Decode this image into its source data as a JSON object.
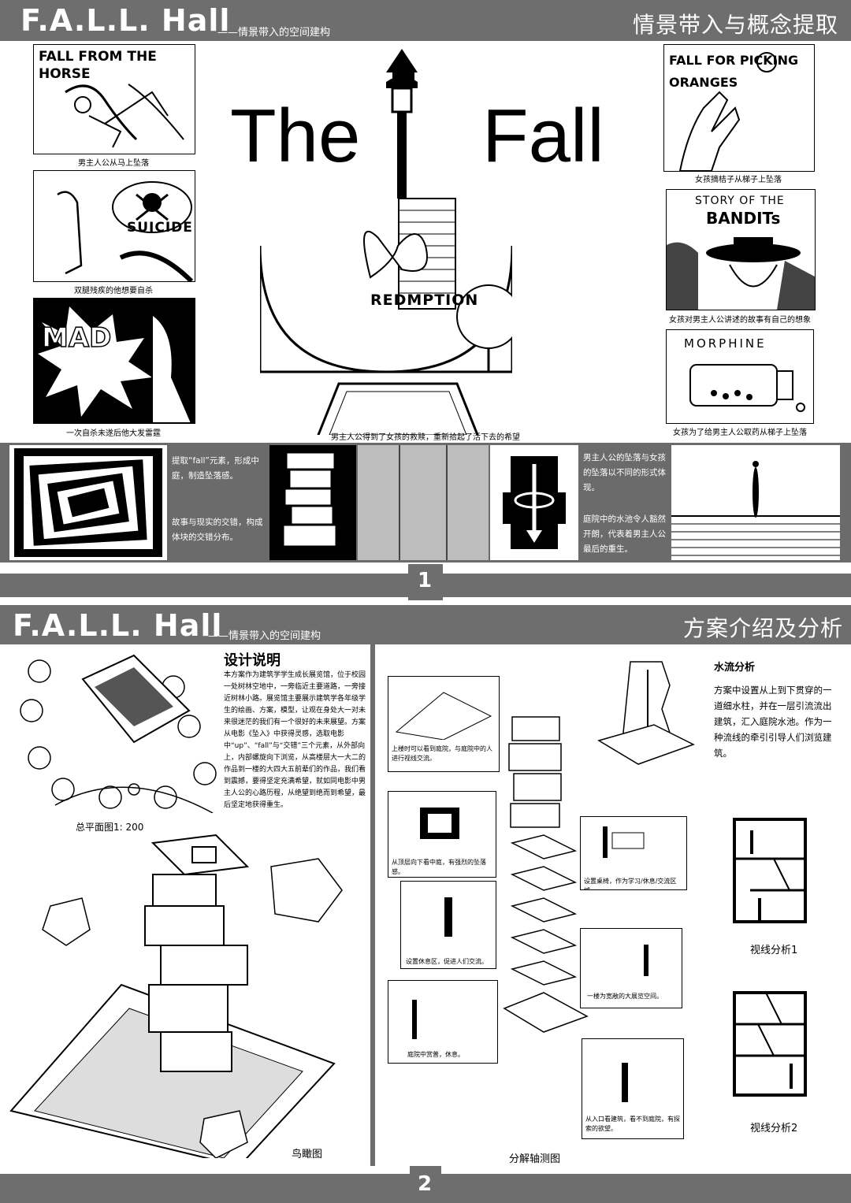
{
  "board1": {
    "title": "F.A.L.L. Hall",
    "subtitle": "——情景带入的空间建构",
    "section": "情景带入与概念提取",
    "page_number": "1",
    "center_title_left": "The",
    "center_title_right": "Fall",
    "comic_words": {
      "fall_from_horse": "FALL FROM THE HORSE",
      "suicide": "SUICIDE",
      "mad": "MAD",
      "fall_picking": "FALL FOR PICKING ORANGES",
      "story_bandits_1": "STORY OF THE",
      "story_bandits_2": "BANDITs",
      "morphine": "MORPHINE",
      "redemption": "REDMPTION"
    },
    "captions": {
      "left1": "男主人公从马上坠落",
      "left2": "双腿残疾的他想要自杀",
      "left3": "一次自杀未遂后他大发雷霆",
      "center": "男主人公得到了女孩的救赎，重新拾起了活下去的希望",
      "right1": "女孩摘桔子从梯子上坠落",
      "right2": "女孩对男主人公讲述的故事有自己的想象",
      "right3": "女孩为了给男主人公取药从梯子上坠落"
    },
    "concept_text_1": "提取“fall”元素，形成中庭，制造坠落感。",
    "concept_text_2": "故事与现实的交错，构成体块的交错分布。",
    "concept_text_3": "男主人公的坠落与女孩的坠落以不同的形式体现。",
    "concept_text_4": "庭院中的水池令人豁然开朗，代表着男主人公最后的重生。"
  },
  "board2": {
    "title": "F.A.L.L. Hall",
    "subtitle": "——情景带入的空间建构",
    "section": "方案介绍及分析",
    "page_number": "2",
    "design_heading": "设计说明",
    "design_text": "本方案作为建筑学学生成长展览馆，位于校园一处树林空地中，一旁临近主要道路，一旁接近树林小路。展览馆主要展示建筑学各年级学生的绘画、方案，模型，让观在身处大一对未来很迷茫的我们有一个很好的未来展望。方案从电影《坠入》中获得灵感，选取电影中“up”、“fall”与“交错”三个元素，从外部向上，内部螺旋向下浏览，从高楼层大一大二的作品到一楼的大四大五前辈们的作品，我们看到震撼，要得坚定充满希望，就如同电影中男主人公的心路历程，从绝望到绝而到希望，最后坚定地获得重生。",
    "site_plan_caption": "总平面图1: 200",
    "aerial_caption": "鸟瞰图",
    "axon_caption": "分解轴测图",
    "water_heading": "水流分析",
    "water_text": "方案中设置从上到下贯穿的一道细水柱，并在一层引流流出建筑，汇入庭院水池。作为一种流线的牵引引导人们浏览建筑。",
    "sight1": "视线分析1",
    "sight2": "视线分析2",
    "notes": {
      "n1": "上楼时可以看到庭院，与庭院中的人进行视线交流。",
      "n2": "从顶层向下看中庭，有强烈的坠落感。",
      "n3": "设置休息区，促进人们交流。",
      "n4": "庭院中赏普，休息。",
      "n5": "设置桌椅，作为学习/休息/交流区域。",
      "n6": "一楼为宽敞的大展览空间。",
      "n7": "从入口看建筑，看不到庭院，有探索的欲望。"
    }
  },
  "colors": {
    "band": "#6e6e6e",
    "white": "#ffffff",
    "black": "#000000"
  }
}
